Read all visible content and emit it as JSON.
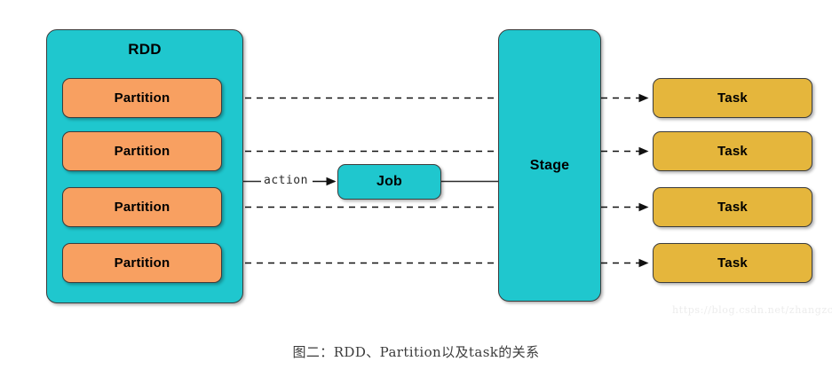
{
  "diagram": {
    "title_caption": "图二：RDD、Partition以及task的关系",
    "watermark": "https://blog.csdn.net/zhangzc",
    "colors": {
      "teal": "#1FC7CE",
      "orange": "#F8A061",
      "gold": "#E5B63C",
      "stroke": "#3c3c3c",
      "text": "#000000"
    },
    "rdd": {
      "label": "RDD",
      "partitions": [
        {
          "label": "Partition"
        },
        {
          "label": "Partition"
        },
        {
          "label": "Partition"
        },
        {
          "label": "Partition"
        }
      ]
    },
    "job": {
      "label": "Job"
    },
    "stage": {
      "label": "Stage"
    },
    "edges": {
      "action_label": "action"
    },
    "tasks": [
      {
        "label": "Task"
      },
      {
        "label": "Task"
      },
      {
        "label": "Task"
      },
      {
        "label": "Task"
      }
    ]
  }
}
